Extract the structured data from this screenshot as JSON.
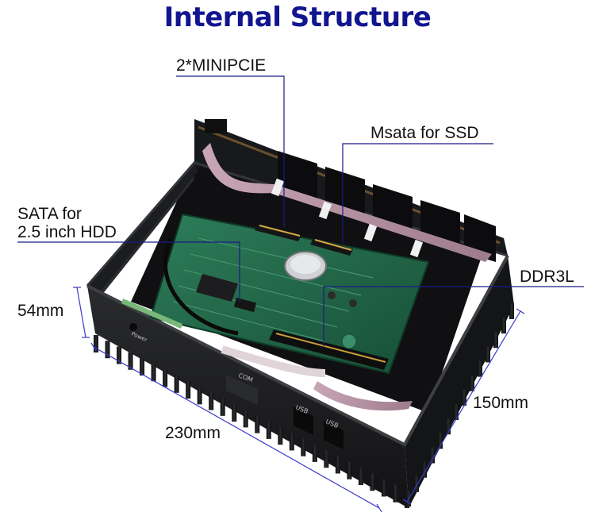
{
  "title": "Internal Structure",
  "labels": {
    "minipcie": "2*MINIPCIE",
    "msata": "Msata for SSD",
    "sata_line1": "SATA for",
    "sata_line2": "2.5 inch HDD",
    "ddr": "DDR3L",
    "height": "54mm",
    "width": "230mm",
    "depth": "150mm"
  },
  "port_labels": {
    "usb": "USB",
    "com": "COM",
    "power": "Power"
  },
  "colors": {
    "title": "#12158f",
    "callout_line": "#1a1a8a",
    "dimension_line": "#3a3acc",
    "case": "#1b1c1e",
    "pcb": "#1f6b4a"
  }
}
